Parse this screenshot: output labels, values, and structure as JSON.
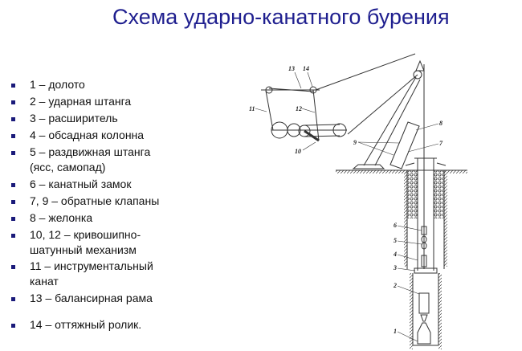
{
  "title": "Схема ударно-канатного бурения",
  "legend": [
    {
      "text": "1 – долото"
    },
    {
      "text": "2 – ударная штанга"
    },
    {
      "text": "3 – расширитель"
    },
    {
      "text": "4 – обсадная колонна"
    },
    {
      "text": "5 – раздвижная штанга",
      "cont": "(ясс, самопад)"
    },
    {
      "text": "6 – канатный замок"
    },
    {
      "text": "7, 9 – обратные клапаны"
    },
    {
      "text": "8 – желонка"
    },
    {
      "text": "10, 12 – кривошипно-",
      "cont": "шатунный механизм"
    },
    {
      "text": "11 – инструментальный",
      "cont": "канат"
    },
    {
      "text": "13 – балансирная рама"
    },
    {
      "text": "14 – оттяжный ролик."
    }
  ],
  "diagram_labels": {
    "l1": "1",
    "l2": "2",
    "l3": "3",
    "l4": "4",
    "l5": "5",
    "l6": "6",
    "l7": "7",
    "l8": "8",
    "l9": "9",
    "l10": "10",
    "l11": "11",
    "l12": "12",
    "l13": "13",
    "l14": "14"
  }
}
